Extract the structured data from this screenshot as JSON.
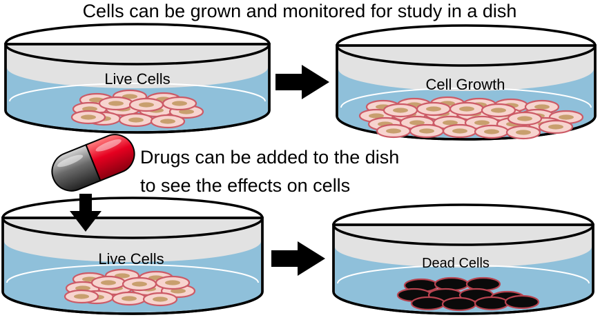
{
  "title": "Cells can be grown and monitored for study in a dish",
  "dishes": [
    {
      "label": "Live Cells",
      "state": "live",
      "cell_count": 14
    },
    {
      "label": "Cell Growth",
      "state": "live",
      "cell_count": 30
    },
    {
      "label": "Live Cells",
      "state": "live",
      "cell_count": 14
    },
    {
      "label": "Dead Cells",
      "state": "dead",
      "cell_count": 11
    }
  ],
  "drug_caption": {
    "line1": "Drugs can be added to the dish",
    "line2": "to see the effects on cells"
  },
  "icons": [
    "arrow-right-icon",
    "arrow-right-icon",
    "arrow-down-icon",
    "drug-capsule-icon"
  ],
  "colors": {
    "medium": "#8fc0da",
    "dish_rim": "#e2e2e2",
    "live_cell_fill": "#f7d4cf",
    "live_cell_outline": "#cc5a66",
    "nucleus": "#c89f6e",
    "dead_cell_fill": "#0a0a0a",
    "dead_cell_outline": "#b8434f",
    "capsule_red": "#d9001b",
    "capsule_gray": "#5f5f5f",
    "arrow": "#000000"
  }
}
